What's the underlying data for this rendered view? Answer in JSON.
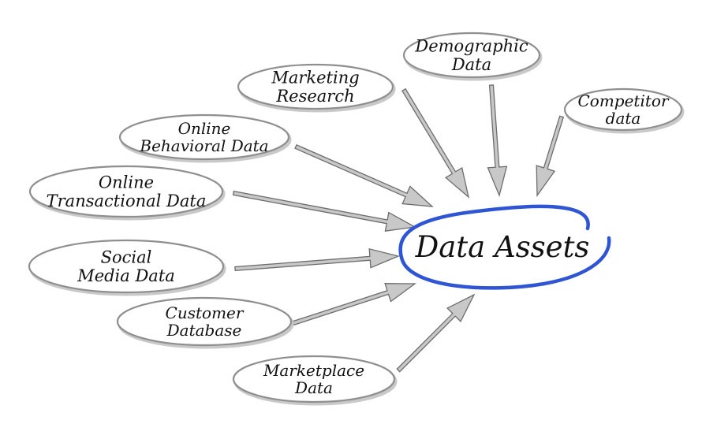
{
  "center": {
    "label": "Data Assets",
    "ring_color": "#2f55d4"
  },
  "sources": [
    {
      "id": "marketing-research",
      "lines": [
        "Marketing",
        "Research"
      ]
    },
    {
      "id": "demographic-data",
      "lines": [
        "Demographic",
        "Data"
      ]
    },
    {
      "id": "competitor-data",
      "lines": [
        "Competitor",
        "data"
      ]
    },
    {
      "id": "online-behavioral-data",
      "lines": [
        "Online",
        "Behavioral Data"
      ]
    },
    {
      "id": "online-transactional-data",
      "lines": [
        "Online",
        "Transactional Data"
      ]
    },
    {
      "id": "social-media-data",
      "lines": [
        "Social",
        "Media Data"
      ]
    },
    {
      "id": "customer-database",
      "lines": [
        "Customer",
        "Database"
      ]
    },
    {
      "id": "marketplace-data",
      "lines": [
        "Marketplace",
        "Data"
      ]
    }
  ],
  "colors": {
    "ellipse_stroke": "#8f8f8f",
    "ellipse_shadow": "#c9c9c9",
    "arrow_fill": "#c8c8c8",
    "arrow_stroke": "#6d6d6d",
    "text": "#111111"
  }
}
